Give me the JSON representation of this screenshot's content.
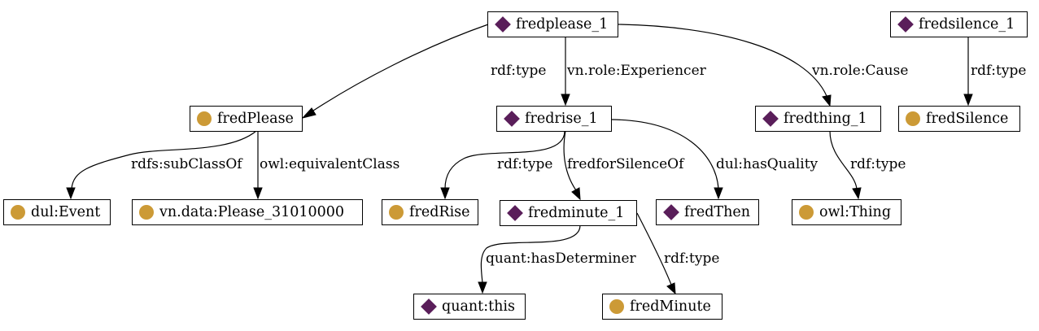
{
  "colors": {
    "individual": "#5a1e5a",
    "class": "#cc9a36"
  },
  "nodes": {
    "fredplease_1": {
      "label": "fredplease_1",
      "kind": "individual"
    },
    "fredsilence_1": {
      "label": "fredsilence_1",
      "kind": "individual"
    },
    "fredPlease": {
      "label": "fredPlease",
      "kind": "class"
    },
    "fredrise_1": {
      "label": "fredrise_1",
      "kind": "individual"
    },
    "fredthing_1": {
      "label": "fredthing_1",
      "kind": "individual"
    },
    "fredSilence": {
      "label": "fredSilence",
      "kind": "class"
    },
    "dul_Event": {
      "label": "dul:Event",
      "kind": "class"
    },
    "vn_data_Please": {
      "label": "vn.data:Please_31010000",
      "kind": "class"
    },
    "fredRise": {
      "label": "fredRise",
      "kind": "class"
    },
    "fredminute_1": {
      "label": "fredminute_1",
      "kind": "individual"
    },
    "fredThen": {
      "label": "fredThen",
      "kind": "individual"
    },
    "owl_Thing": {
      "label": "owl:Thing",
      "kind": "class"
    },
    "quant_this": {
      "label": "quant:this",
      "kind": "individual"
    },
    "fredMinute": {
      "label": "fredMinute",
      "kind": "class"
    }
  },
  "edges": {
    "e1": {
      "label": "rdf:type",
      "from": "fredplease_1",
      "to": "fredPlease"
    },
    "e2": {
      "label": "vn.role:Experiencer",
      "from": "fredplease_1",
      "to": "fredrise_1"
    },
    "e3": {
      "label": "vn.role:Cause",
      "from": "fredplease_1",
      "to": "fredthing_1"
    },
    "e4": {
      "label": "rdf:type",
      "from": "fredsilence_1",
      "to": "fredSilence"
    },
    "e5": {
      "label": "rdfs:subClassOf",
      "from": "fredPlease",
      "to": "dul_Event"
    },
    "e6": {
      "label": "owl:equivalentClass",
      "from": "fredPlease",
      "to": "vn_data_Please"
    },
    "e7": {
      "label": "rdf:type",
      "from": "fredrise_1",
      "to": "fredRise"
    },
    "e8": {
      "label": "fredforSilenceOf",
      "from": "fredrise_1",
      "to": "fredminute_1"
    },
    "e9": {
      "label": "dul:hasQuality",
      "from": "fredrise_1",
      "to": "fredThen"
    },
    "e10": {
      "label": "rdf:type",
      "from": "fredthing_1",
      "to": "owl_Thing"
    },
    "e11": {
      "label": "quant:hasDeterminer",
      "from": "fredminute_1",
      "to": "quant_this"
    },
    "e12": {
      "label": "rdf:type",
      "from": "fredminute_1",
      "to": "fredMinute"
    }
  }
}
